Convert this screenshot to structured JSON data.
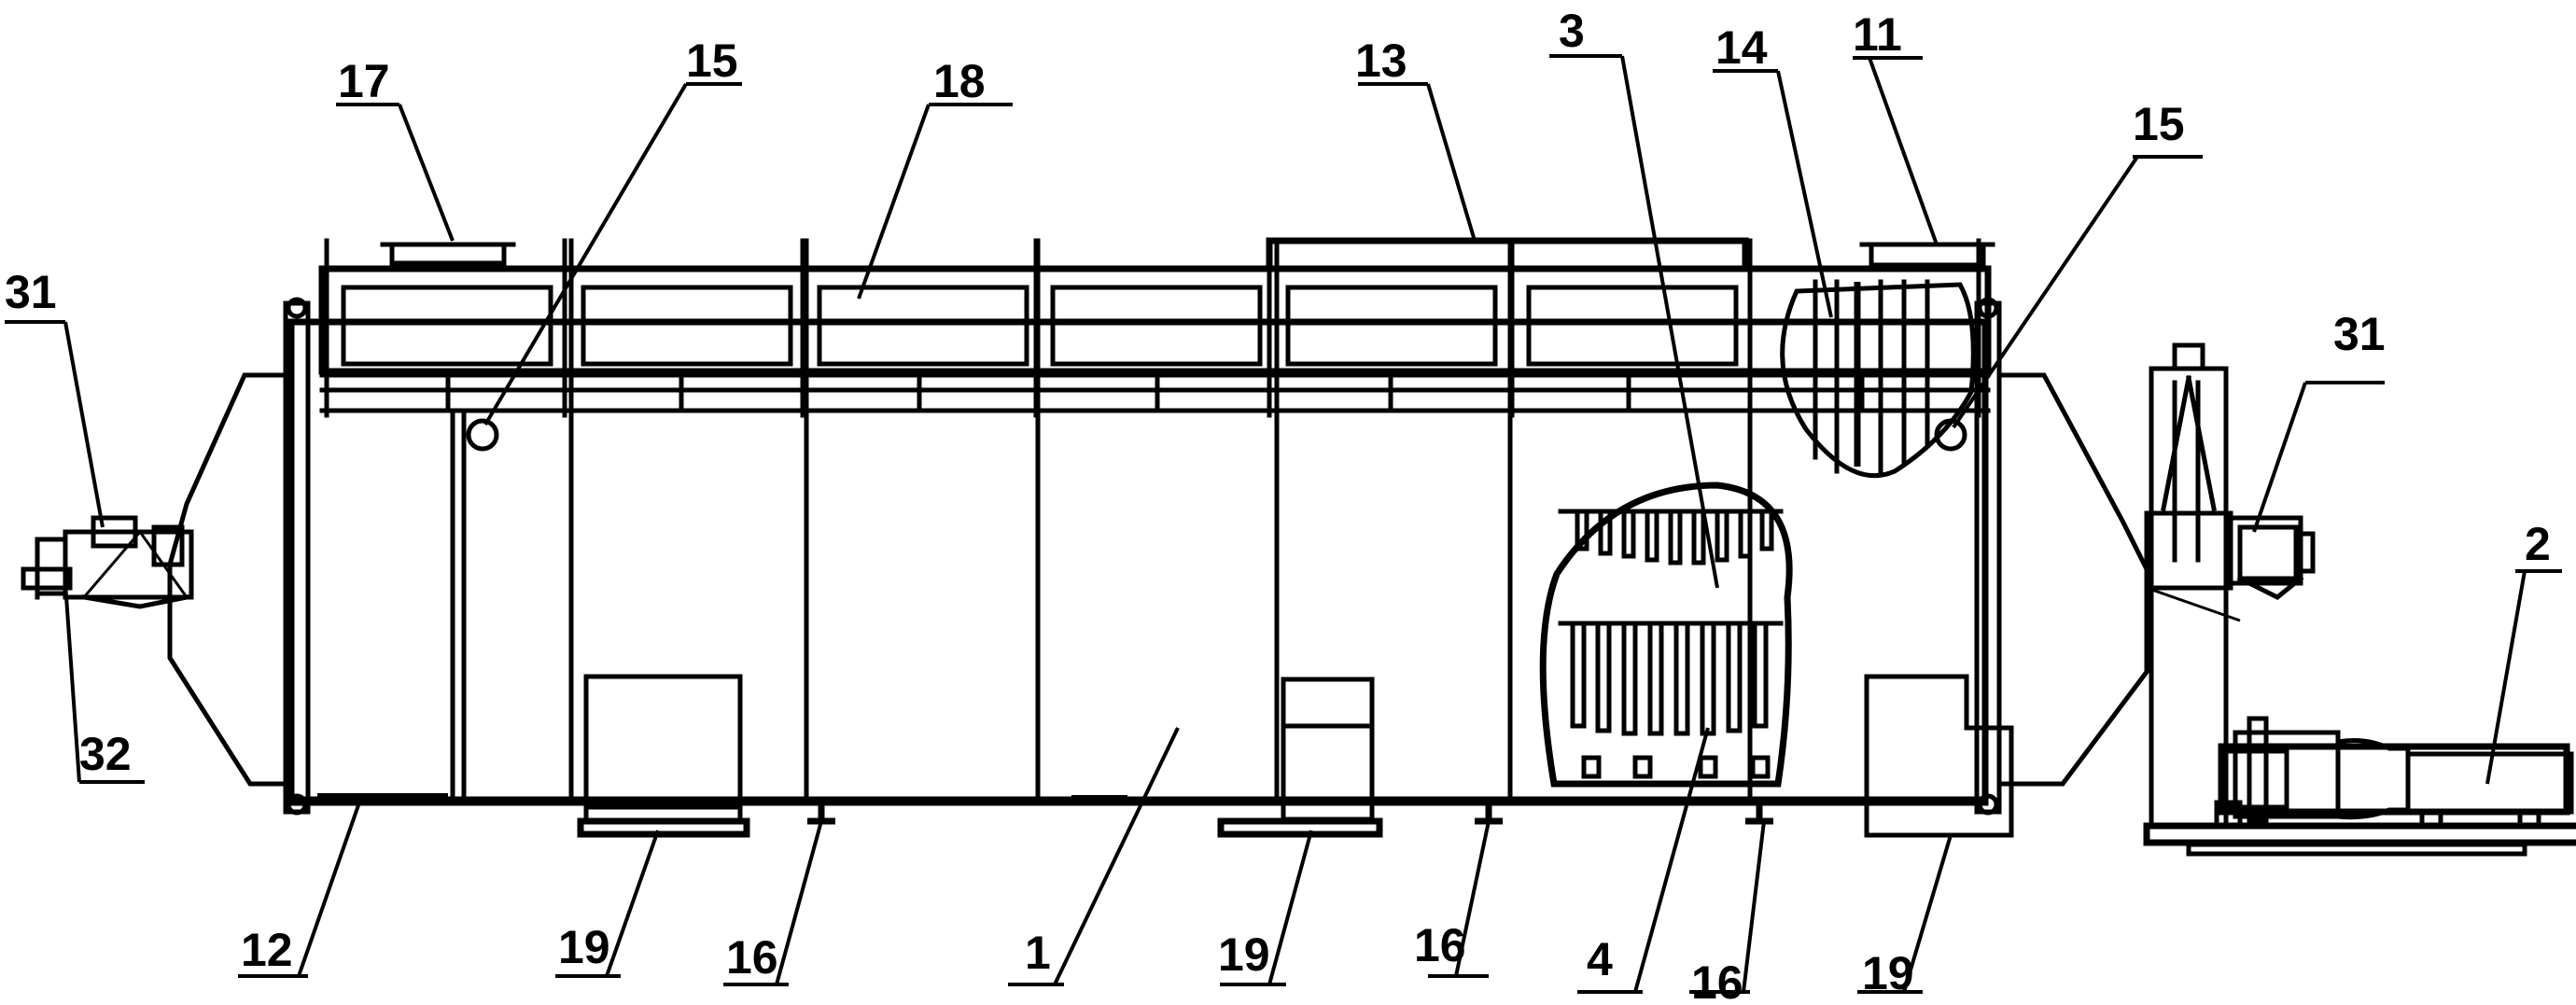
{
  "labels": {
    "main_body": "1",
    "motor": "2",
    "upper_pins": "3",
    "lower_pins": "4",
    "top_right_nozzle": "11",
    "bottom_left_port": "12",
    "cover_plate": "13",
    "sectional_cutaway": "14",
    "sight_glass_left": "15",
    "sight_glass_right": "15",
    "support_foot_a": "16",
    "support_foot_b": "16",
    "support_foot_c": "16",
    "top_left_nozzle": "17",
    "top_frame": "18",
    "saddle_a": "19",
    "saddle_b": "19",
    "saddle_c": "19",
    "bearing_left": "31",
    "bearing_right": "31",
    "left_drive_bracket": "32"
  }
}
